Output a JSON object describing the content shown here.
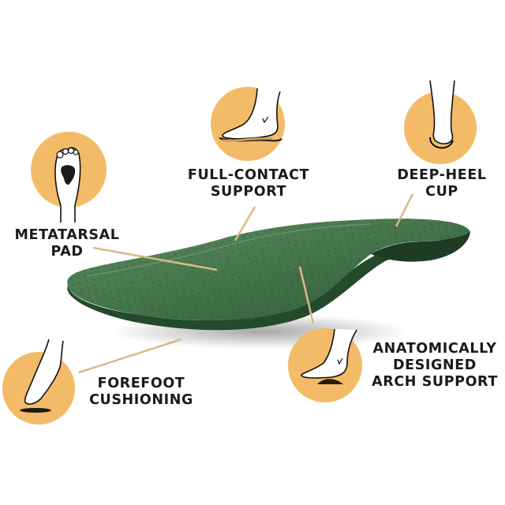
{
  "colors": {
    "background": "#ffffff",
    "circle": "#f3bb67",
    "insole": "#3d6b45",
    "insole_dark": "#264a2e",
    "insole_light": "#5a8a5f",
    "leader_line": "#d9b98a",
    "text": "#1a1a1a"
  },
  "features": [
    {
      "id": "metatarsal-pad",
      "line1": "METATARSAL",
      "line2": "PAD",
      "icon": "foot-sole-icon"
    },
    {
      "id": "full-contact-support",
      "line1": "FULL-CONTACT",
      "line2": "SUPPORT",
      "icon": "foot-side-on-insole-icon"
    },
    {
      "id": "deep-heel-cup",
      "line1": "DEEP-HEEL",
      "line2": "CUP",
      "icon": "heel-rear-view-icon"
    },
    {
      "id": "forefoot-cushioning",
      "line1": "FOREFOOT",
      "line2": "CUSHIONING",
      "icon": "foot-tiptoe-icon"
    },
    {
      "id": "arch-support",
      "line1": "ANATOMICALLY",
      "line2": "DESIGNED",
      "line3": "ARCH SUPPORT",
      "icon": "foot-arch-icon"
    }
  ],
  "product": {
    "name": "insole",
    "color_name": "green"
  }
}
